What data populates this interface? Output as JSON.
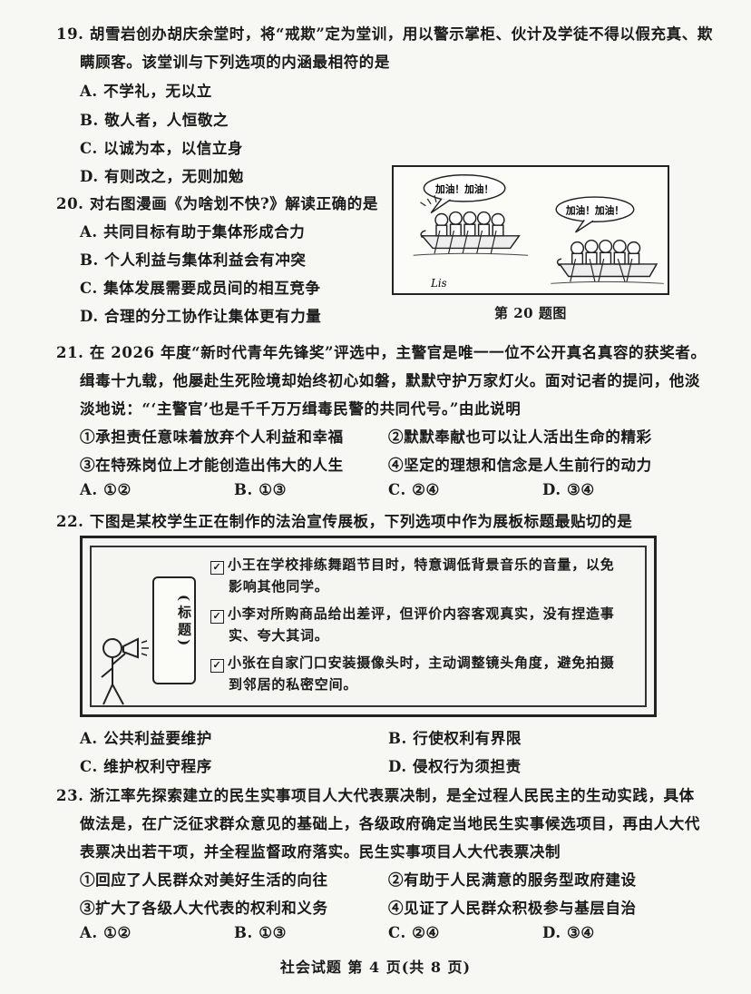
{
  "q19": {
    "line1": "19. 胡雪岩创办胡庆余堂时，将“戒欺”定为堂训，用以警示掌柜、伙计及学徒不得以假充真、欺",
    "line2": "瞒顾客。该堂训与下列选项的内涵最相符的是",
    "options": [
      "A. 不学礼，无以立",
      "B. 敬人者，人恒敬之",
      "C. 以诚为本，以信立身",
      "D. 有则改之，无则加勉"
    ]
  },
  "q20": {
    "stem": "20. 对右图漫画《为啥划不快?》解读正确的是",
    "options": [
      "A. 共同目标有助于集体形成合力",
      "B. 个人利益与集体利益会有冲突",
      "C. 集体发展需要成员间的相互竞争",
      "D. 合理的分工协作让集体更有力量"
    ],
    "bubble1": "加油！加油！",
    "bubble2": "加油！加油！",
    "signature": "Lis",
    "caption": "第 20 题图"
  },
  "q21": {
    "line1": "21. 在 2026 年度“新时代青年先锋奖”评选中，主警官是唯一一位不公开真名真容的获奖者。",
    "line2": "缉毒十九载，他屡赴生死险境却始终初心如磐，默默守护万家灯火。面对记者的提问，他淡",
    "line3": "淡地说：“‘主警官’也是千千万万缉毒民警的共同代号。”由此说明",
    "s1": "①承担责任意味着放弃个人利益和幸福",
    "s2": "②默默奉献也可以让人活出生命的精彩",
    "s3": "③在特殊岗位上才能创造出伟大的人生",
    "s4": "④坚定的理想和信念是人生前行的动力",
    "options": [
      "A. ①②",
      "B. ①③",
      "C. ②④",
      "D. ③④"
    ]
  },
  "q22": {
    "stem": "22. 下图是某校学生正在制作的法治宣传展板，下列选项中作为展板标题最贴切的是",
    "title_label": "(标题)",
    "item1a": "小王在学校排练舞蹈节目时，特意调低背景音乐的音量，以免",
    "item1b": "影响其他同学。",
    "item2a": "小李对所购商品给出差评，但评价内容客观真实，没有捏造事",
    "item2b": "实、夸大其词。",
    "item3a": "小张在自家门口安装摄像头时，主动调整镜头角度，避免拍摄",
    "item3b": "到邻居的私密空间。",
    "options": [
      "A. 公共利益要维护",
      "B. 行使权利有界限",
      "C. 维护权利守程序",
      "D. 侵权行为须担责"
    ]
  },
  "q23": {
    "line1": "23. 浙江率先探索建立的民生实事项目人大代表票决制，是全过程人民民主的生动实践，具体",
    "line2": "做法是，在广泛征求群众意见的基础上，各级政府确定当地民生实事候选项目，再由人大代",
    "line3": "表票决出若干项，并全程监督政府落实。民生实事项目人大代表票决制",
    "s1": "①回应了人民群众对美好生活的向往",
    "s2": "②有助于人民满意的服务型政府建设",
    "s3": "③扩大了各级人大代表的权利和义务",
    "s4": "④见证了人民群众积极参与基层自治",
    "options": [
      "A. ①②",
      "B. ①③",
      "C. ②④",
      "D. ③④"
    ]
  },
  "footer": "社会试题  第 4 页(共 8 页)"
}
